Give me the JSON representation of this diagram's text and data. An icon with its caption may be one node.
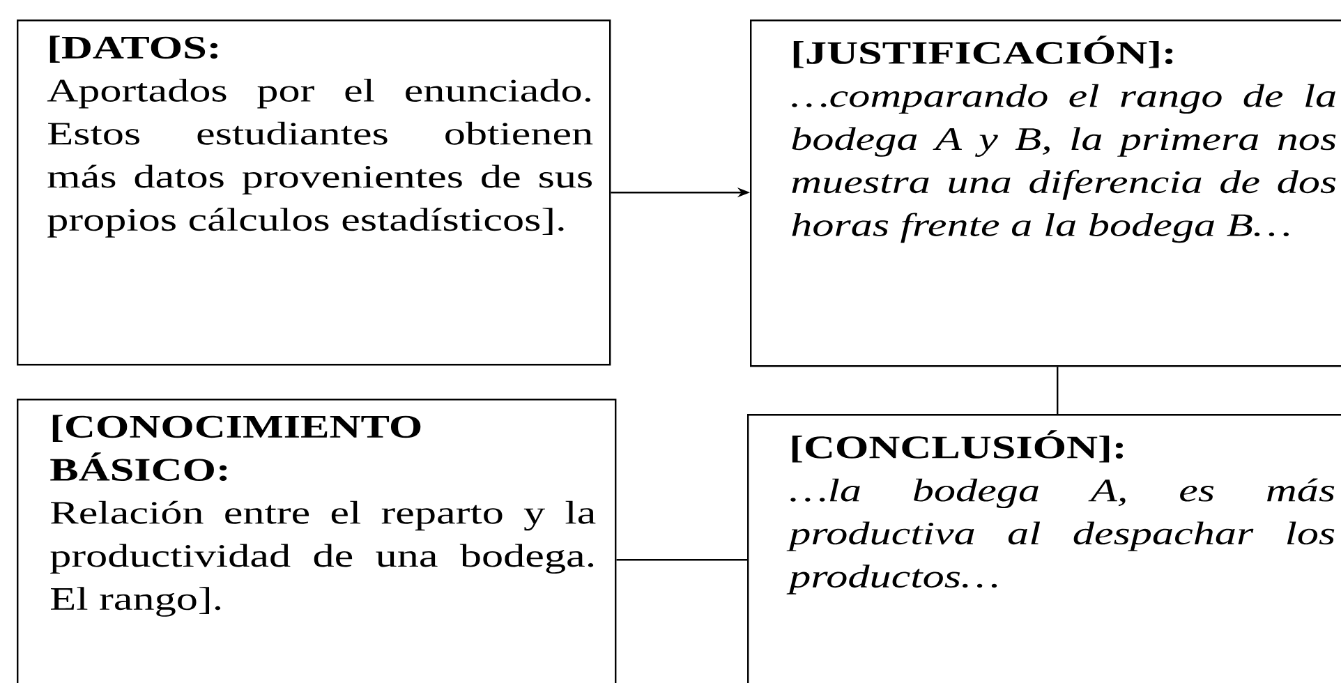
{
  "diagram": {
    "nodes": [
      {
        "text": [
          "[DATOS:",
          "Aportados por el enunciado. Estos estudiantes obtienen más datos provenientes de sus propios cálculos estadísticos]."
        ]
      },
      {
        "text": [
          "[JUSTIFICACIÓN]:",
          "…comparando el rango de la bodega A y B, la primera nos muestra una diferencia de dos horas frente a la bodega B…"
        ]
      },
      {
        "text": [
          "[CONOCIMIENTO BÁSICO:",
          "Relación entre el reparto y la productividad de una bodega. El rango]."
        ]
      },
      {
        "text": [
          "[CONCLUSIÓN]:",
          "…la bodega A, es más productiva al despachar los productos…"
        ]
      }
    ],
    "edges": [
      {
        "from": 0,
        "to": 1,
        "arrow": "to"
      },
      {
        "from": 1,
        "to": 3,
        "arrow": "none"
      },
      {
        "from": 2,
        "to": 3,
        "arrow": "none"
      }
    ]
  }
}
